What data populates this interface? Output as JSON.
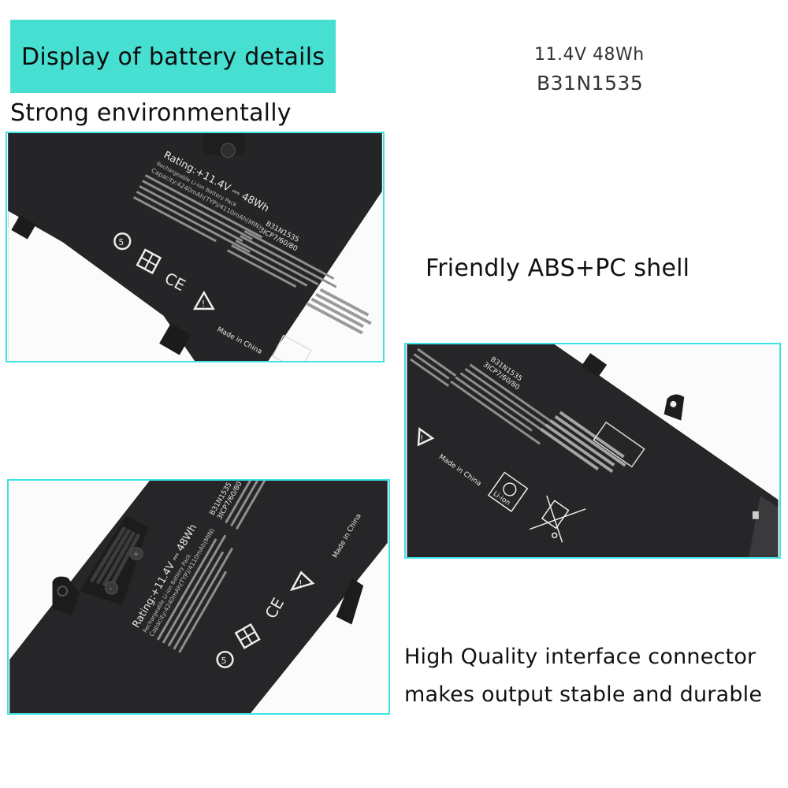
{
  "banner": {
    "title": "Display of battery details",
    "bg_color": "#47dfd1"
  },
  "specs": {
    "voltage_capacity": "11.4V 48Wh",
    "model": "B31N1535"
  },
  "features": {
    "environment": "Strong environmentally",
    "shell": "Friendly ABS+PC shell",
    "connector_line1": "High Quality interface connector",
    "connector_line2": "makes output stable and durable"
  },
  "frame_color": "#3fe3e6",
  "battery_label": {
    "rating": "Rating:+11.4V ⎓ 48Wh",
    "chemistry": "Rechargeable Li-ion Battery Pack",
    "capacity": "Capacity:4240mAh(TYP)/4110mAh(MIN)",
    "model": "B31N1535",
    "cells": "3ICP7/60/80",
    "made_in": "Made in China",
    "liion": "Li-ion",
    "recycle_number": "5"
  },
  "panels": [
    {
      "name": "battery-photo-top-left",
      "description": "Battery label with rating, certification icons"
    },
    {
      "name": "battery-photo-right",
      "description": "Battery label with Li-ion recycle and WEEE icons"
    },
    {
      "name": "battery-photo-bottom-left",
      "description": "Battery connector and rating label"
    }
  ]
}
